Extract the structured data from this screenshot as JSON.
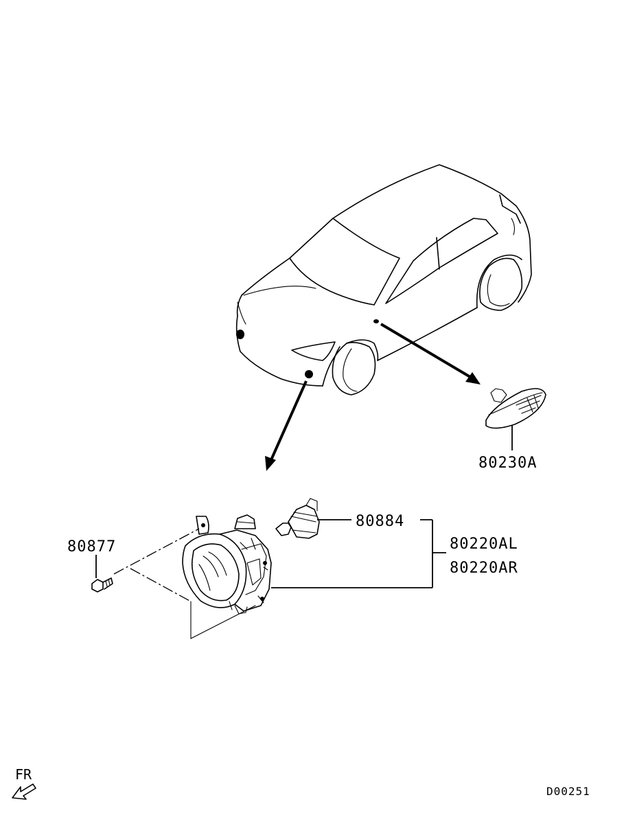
{
  "diagram": {
    "parts": {
      "side_turn_lamp": "80230A",
      "bulb": "80884",
      "fog_lamp_left": "80220AL",
      "fog_lamp_right": "80220AR",
      "screw": "80877"
    },
    "direction_indicator": "FR",
    "diagram_code": "D00251"
  },
  "colors": {
    "line": "#000000",
    "background": "#ffffff"
  },
  "icons": {
    "front_direction": "arrow-icon"
  }
}
